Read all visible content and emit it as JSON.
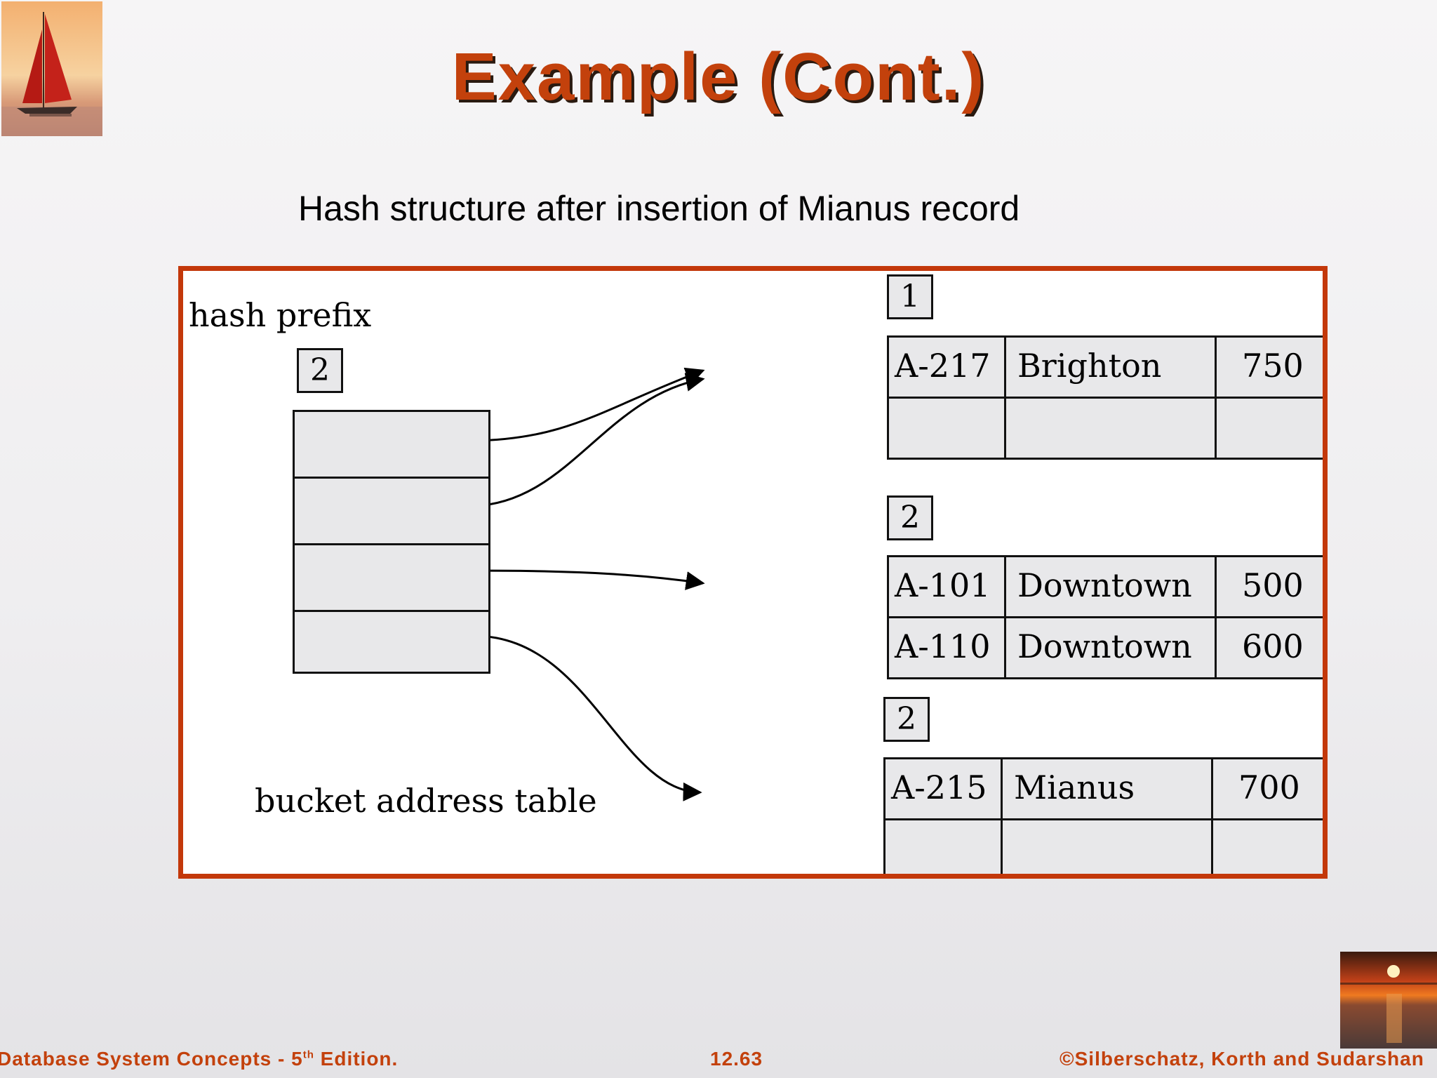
{
  "title": "Example (Cont.)",
  "subtitle": "Hash structure after insertion of Mianus record",
  "figure": {
    "hash_prefix_label": "hash prefix",
    "global_depth": "2",
    "bucket_address_table_label": "bucket address table",
    "bucket_address_table_entries": 4,
    "buckets": [
      {
        "local_depth": "1",
        "records": [
          {
            "account": "A-217",
            "branch": "Brighton",
            "balance": "750"
          },
          {
            "account": "",
            "branch": "",
            "balance": ""
          }
        ]
      },
      {
        "local_depth": "2",
        "records": [
          {
            "account": "A-101",
            "branch": "Downtown",
            "balance": "500"
          },
          {
            "account": "A-110",
            "branch": "Downtown",
            "balance": "600"
          }
        ]
      },
      {
        "local_depth": "2",
        "records": [
          {
            "account": "A-215",
            "branch": "Mianus",
            "balance": "700"
          },
          {
            "account": "",
            "branch": "",
            "balance": ""
          }
        ]
      }
    ],
    "pointers": [
      {
        "from_entry": 0,
        "to_bucket": 0
      },
      {
        "from_entry": 1,
        "to_bucket": 0
      },
      {
        "from_entry": 2,
        "to_bucket": 1
      },
      {
        "from_entry": 3,
        "to_bucket": 2
      }
    ],
    "border_color": "#c3380a"
  },
  "footer": {
    "left_prefix": "Database System Concepts - 5",
    "left_sup": "th",
    "left_suffix": " Edition.",
    "page": "12.63",
    "right": "©Silberschatz, Korth and Sudarshan"
  },
  "colors": {
    "title": "#c3410c",
    "footer": "#c3410c"
  }
}
